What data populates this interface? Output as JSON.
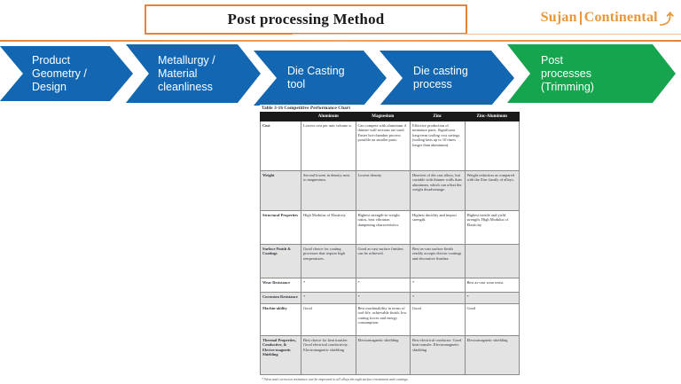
{
  "header": {
    "title": "Post processing Method",
    "logo": {
      "part1": "Sujan",
      "part2": "Continental",
      "mark": "⤴"
    },
    "accent_color": "#E8833A"
  },
  "process": {
    "blue_color": "#1266B2",
    "green_color": "#17A44F",
    "steps": [
      {
        "label": "Product\nGeometry /\nDesign",
        "color": "#1266B2"
      },
      {
        "label": "Metallurgy /\nMaterial\ncleanliness",
        "color": "#1266B2"
      },
      {
        "label": "Die Casting\ntool",
        "color": "#1266B2"
      },
      {
        "label": "Die casting\nprocess",
        "color": "#1266B2"
      },
      {
        "label": "Post\nprocesses\n(Trimming)",
        "color": "#17A44F"
      }
    ]
  },
  "table": {
    "title": "Table 3-16 Competitive Performance Chart",
    "columns": [
      "",
      "Aluminum",
      "Magnesium",
      "Zinc",
      "Zinc-Aluminum"
    ],
    "footnote": "* Wear and corrosion resistance can be improved in all alloys through surface treatments and coatings.",
    "rows": [
      {
        "label": "Cost",
        "shaded": false,
        "cells": [
          "Lowest cost per unit volume w",
          "Can compete with aluminum if thinner wall sections are used. Faster hot-chamber process possible on smaller parts.",
          "Effective production of miniature parts. Significant long-term tooling cost savings (tooling lasts up to 10 times longer than aluminum).",
          ""
        ]
      },
      {
        "label": "Weight",
        "shaded": true,
        "cells": [
          "Second lowest in density next to magnesium.",
          "Lowest density.",
          "Heaviest of die cast alloys, but castable with thinner walls than aluminum, which can offset the weight disadvantage.",
          "Weight reduction as compared with the Zinc family of alloys."
        ]
      },
      {
        "label": "Structural Properties",
        "shaded": false,
        "cells": [
          "High Modulus of Elasticity",
          "Highest strength-to-weight ratios, best vibration dampening characteristics.",
          "Highest ductility and impact strength.",
          "Highest tensile and yield strength. High Modulus of Elasticity"
        ]
      },
      {
        "label": "Surface Finish & Coatings",
        "shaded": true,
        "cells": [
          "Good choice for coating processes that require high temperatures.",
          "Good as-cast surface finishes can be achieved.",
          "Best as-cast surface finish readily accepts electro-coatings and decorative finishes.",
          ""
        ]
      },
      {
        "label": "Wear Resistance",
        "shaded": false,
        "cells": [
          "*",
          "*",
          "*",
          "Best as-cast wear resist."
        ]
      },
      {
        "label": "Corrosion Resistance",
        "shaded": true,
        "cells": [
          "*",
          "*",
          "*",
          "*"
        ]
      },
      {
        "label": "Machin-ability",
        "shaded": false,
        "cells": [
          "Good",
          "Best machinability in terms of tool-life, achievable finish, low cutting forces and energy consumption.",
          "Good",
          "Good"
        ]
      },
      {
        "label": "Thermal Properties, Conductive, & Electro-magnetic Shielding",
        "shaded": true,
        "cells": [
          "Best choice for heat transfer. Good electrical conductivity. Electromagnetic shielding",
          "Electromagnetic shielding",
          "Best electrical conductor. Good heat transfer. Electromagnetic shielding",
          "Electromagnetic shielding"
        ]
      }
    ]
  }
}
